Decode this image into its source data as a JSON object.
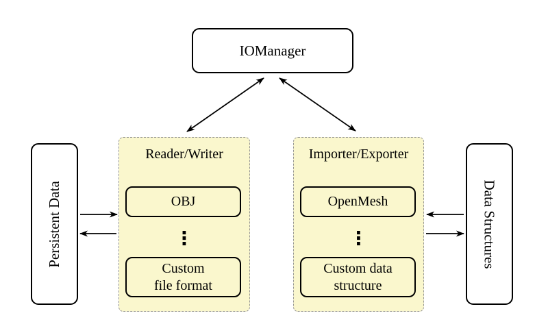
{
  "diagram": {
    "title_node": {
      "label": "IOManager"
    },
    "left_side_node": {
      "label": "Persistent Data"
    },
    "right_side_node": {
      "label": "Data Structures"
    },
    "reader_writer_panel": {
      "title": "Reader/Writer",
      "ellipsis": "⋮",
      "items": [
        {
          "lines": [
            "OBJ",
            ""
          ]
        },
        {
          "lines": [
            "Custom",
            "file format"
          ]
        }
      ]
    },
    "importer_exporter_panel": {
      "title": "Importer/Exporter",
      "ellipsis": "⋮",
      "items": [
        {
          "lines": [
            "OpenMesh",
            ""
          ]
        },
        {
          "lines": [
            "Custom data",
            "structure"
          ]
        }
      ]
    },
    "connections": [
      {
        "from": "io-manager",
        "to": "reader-writer-panel",
        "type": "bidirectional"
      },
      {
        "from": "io-manager",
        "to": "importer-exporter-panel",
        "type": "bidirectional"
      },
      {
        "from": "persistent-data",
        "to": "reader-writer-panel",
        "type": "one-way"
      },
      {
        "from": "reader-writer-panel",
        "to": "persistent-data",
        "type": "one-way"
      },
      {
        "from": "data-structures",
        "to": "importer-exporter-panel",
        "type": "one-way"
      },
      {
        "from": "importer-exporter-panel",
        "to": "data-structures",
        "type": "one-way"
      }
    ],
    "colors": {
      "panel_fill": "#faf7cd",
      "panel_border": "#949494",
      "node_border": "#000000",
      "node_fill": "#ffffff",
      "background": "#ffffff"
    }
  }
}
